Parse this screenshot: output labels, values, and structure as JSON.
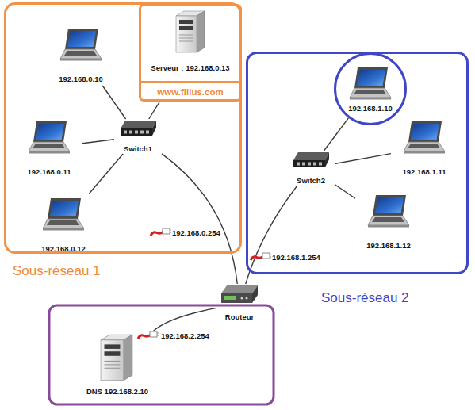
{
  "diagram": {
    "nodes": [
      {
        "text": [
          "Sous-réseau 1"
        ]
      },
      {
        "text": [
          "192.168.0.10"
        ],
        "in": 0
      },
      {
        "text": [
          "Serveur : 192.168.0.13",
          "www.filius.com"
        ],
        "in": 0
      },
      {
        "text": [
          "192.168.0.11"
        ],
        "in": 0
      },
      {
        "text": [
          "Switch1"
        ],
        "in": 0
      },
      {
        "text": [
          "192.168.0.12"
        ],
        "in": 0
      },
      {
        "text": [
          "Sous-réseau 2"
        ]
      },
      {
        "text": [
          "192.168.1.10"
        ],
        "in": 6
      },
      {
        "text": [
          "192.168.1.11"
        ],
        "in": 6
      },
      {
        "text": [
          "Switch2"
        ],
        "in": 6
      },
      {
        "text": [
          "192.168.1.12"
        ],
        "in": 6
      },
      {
        "text": [
          "Routeur"
        ]
      },
      {
        "text": [
          "DNS 192.168.2.10"
        ]
      }
    ],
    "edges": [
      {
        "from": 1,
        "to": 4,
        "arrow": "none"
      },
      {
        "from": 2,
        "to": 4,
        "arrow": "none"
      },
      {
        "from": 3,
        "to": 4,
        "arrow": "none"
      },
      {
        "from": 5,
        "to": 4,
        "arrow": "none"
      },
      {
        "from": 4,
        "to": 11,
        "arrow": "none",
        "label": "192.168.0.254"
      },
      {
        "from": 7,
        "to": 9,
        "arrow": "none"
      },
      {
        "from": 8,
        "to": 9,
        "arrow": "none"
      },
      {
        "from": 10,
        "to": 9,
        "arrow": "none"
      },
      {
        "from": 9,
        "to": 11,
        "arrow": "none",
        "label": "192.168.1.254"
      },
      {
        "from": 11,
        "to": 12,
        "arrow": "none",
        "label": "192.168.2.254"
      }
    ]
  }
}
